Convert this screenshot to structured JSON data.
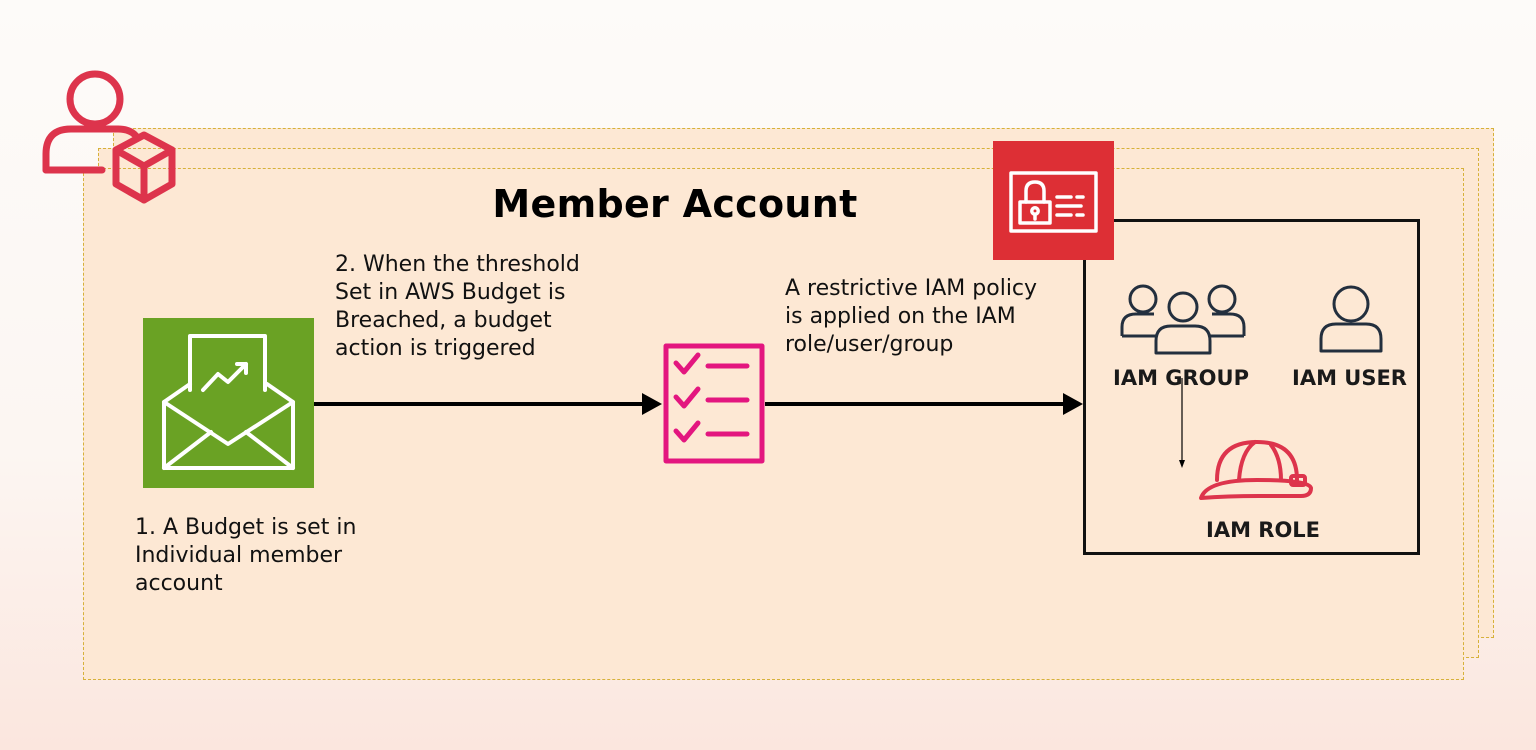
{
  "diagram": {
    "title": "Member Account",
    "step1_text": "1. A Budget is set in\nIndividual member\naccount",
    "step2_text": "2. When the threshold\nSet in AWS Budget is\nBreached, a budget\naction is triggered",
    "policy_text": "A restrictive IAM policy\nis applied on the IAM\nrole/user/group",
    "iam_group_label": "IAM GROUP",
    "iam_user_label": "IAM USER",
    "iam_role_label": "IAM ROLE"
  },
  "colors": {
    "account_fill": "#fde8d4",
    "account_border": "#d6b13a",
    "budget_tile": "#6aa224",
    "secrets_tile": "#dd2f35",
    "checklist": "#e3167f",
    "role_helmet": "#dd344c",
    "account_icon": "#dd344c"
  },
  "icons": {
    "account": "member-account-icon",
    "budget": "aws-budgets-icon",
    "policy": "checklist-icon",
    "secrets": "iam-credentials-icon",
    "group": "iam-group-icon",
    "user": "iam-user-icon",
    "role": "iam-role-helmet-icon"
  }
}
